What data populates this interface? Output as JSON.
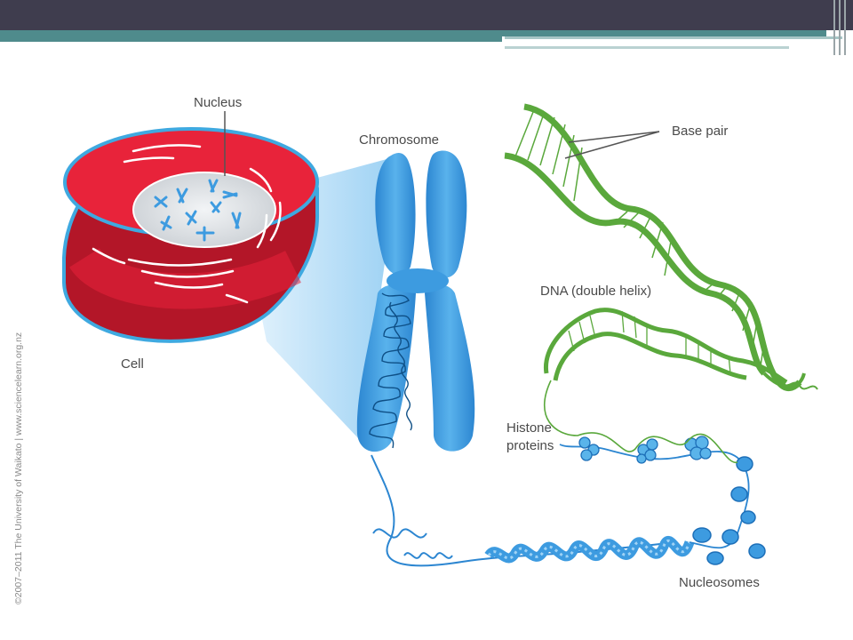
{
  "labels": {
    "nucleus": "Nucleus",
    "chromosome": "Chromosome",
    "base_pair": "Base pair",
    "cell": "Cell",
    "dna": "DNA (double helix)",
    "histone_line1": "Histone",
    "histone_line2": "proteins",
    "nucleosomes": "Nucleosomes"
  },
  "copyright": "©2007–2011 The University of Waikato | www.sciencelearn.org.nz",
  "colors": {
    "header": "#3f3d4e",
    "accent_teal": "#4f8b8c",
    "cell_red": "#e8233a",
    "cell_outline": "#3fa9e0",
    "chromosome_blue": "#3d9be0",
    "dna_green": "#5aa83c",
    "label_text": "#4a4a4a"
  }
}
